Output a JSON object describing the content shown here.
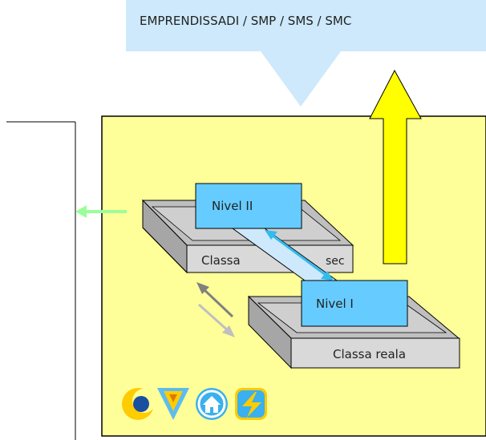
{
  "callout": {
    "text": "EMPRENDISSADI / SMP / SMS / SMC"
  },
  "boxes": {
    "nivel2": "Nivel II",
    "nivel1": "Nivel I",
    "classa": "Classa",
    "sec": "sec",
    "classa_reala": "Classa reala"
  },
  "colors": {
    "panel": "#ffff99",
    "callout": "#cde9fb",
    "level_box": "#66ccff",
    "up_arrow": "#ffff00",
    "left_arrow": "#99ff99",
    "link_arrow": "#33bbee",
    "tray_dark": "#bfbfbf",
    "tray_light": "#d9d9d9"
  },
  "icons": [
    "crescent-orb-icon",
    "down-triangle-icon",
    "home-icon",
    "lightning-icon"
  ]
}
